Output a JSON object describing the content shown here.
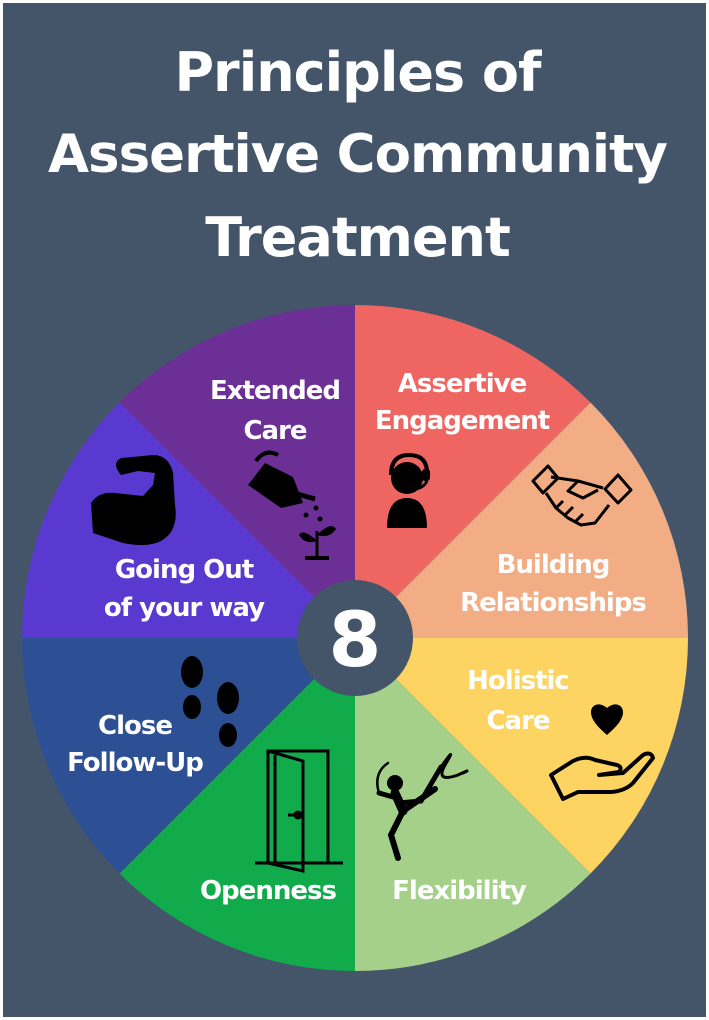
{
  "title": {
    "line1": "Principles of",
    "line2": "Assertive Community",
    "line3": "Treatment"
  },
  "center": {
    "number": "8"
  },
  "colors": {
    "background": "#445569",
    "extended_care": "#6c2f95",
    "assertive_engagement": "#ef6562",
    "building_relationships": "#f2ad84",
    "holistic_care": "#fdd462",
    "flexibility": "#a4d08a",
    "openness": "#11ab4c",
    "close_follow_up": "#2d4f93",
    "going_out": "#5a39d1",
    "icon": "#000000",
    "label": "#ffffff"
  },
  "segments": [
    {
      "id": "extended-care",
      "lines": [
        "Extended",
        "Care"
      ],
      "icon": "watering-can-icon"
    },
    {
      "id": "assertive-engagement",
      "lines": [
        "Assertive",
        "Engagement"
      ],
      "icon": "headset-person-icon"
    },
    {
      "id": "building-relationships",
      "lines": [
        "Building",
        "Relationships"
      ],
      "icon": "handshake-icon"
    },
    {
      "id": "holistic-care",
      "lines": [
        "Holistic",
        "Care"
      ],
      "icon": "heart-in-hand-icon"
    },
    {
      "id": "flexibility",
      "lines": [
        "Flexibility"
      ],
      "icon": "ribbon-dancer-icon"
    },
    {
      "id": "openness",
      "lines": [
        "Openness"
      ],
      "icon": "open-door-icon"
    },
    {
      "id": "close-follow-up",
      "lines": [
        "Close",
        "Follow-Up"
      ],
      "icon": "footprints-icon"
    },
    {
      "id": "going-out",
      "lines": [
        "Going Out",
        "of your way"
      ],
      "icon": "flexed-arm-icon"
    }
  ]
}
